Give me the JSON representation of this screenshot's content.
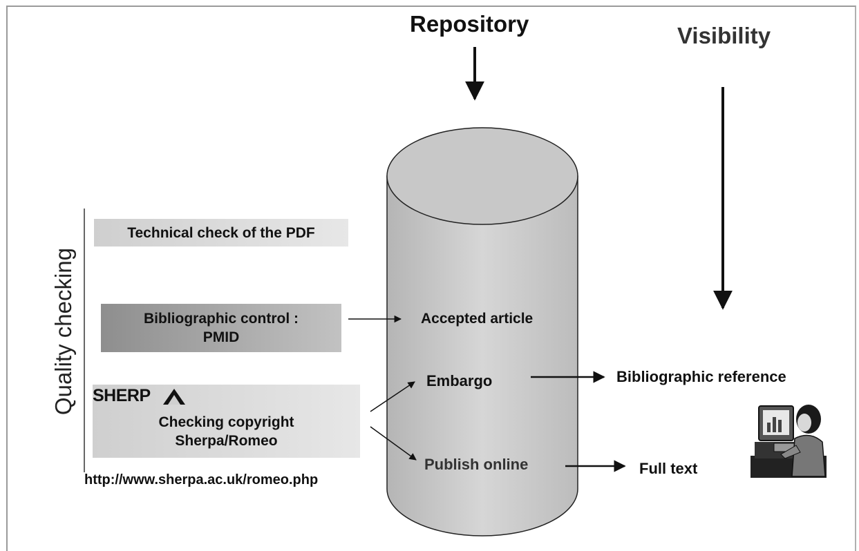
{
  "headers": {
    "repository": "Repository",
    "visibility": "Visibility"
  },
  "side_title": "Quality checking",
  "checks": {
    "technical": "Technical check of the PDF",
    "bibliographic_line1": "Bibliographic control :",
    "bibliographic_line2": "PMID",
    "sherpa_logo": "SHERP",
    "copyright_line1": "Checking copyright",
    "copyright_line2": "Sherpa/Romeo"
  },
  "url": "http://www.sherpa.ac.uk/romeo.php",
  "cylinder_items": {
    "accepted": "Accepted article",
    "embargo": "Embargo",
    "publish": "Publish online"
  },
  "outputs": {
    "bibliographic_reference": "Bibliographic reference",
    "full_text": "Full text"
  },
  "icons": {
    "user": "person-at-computer-icon",
    "sherpa": "sherpa-logo-mountain-icon"
  }
}
